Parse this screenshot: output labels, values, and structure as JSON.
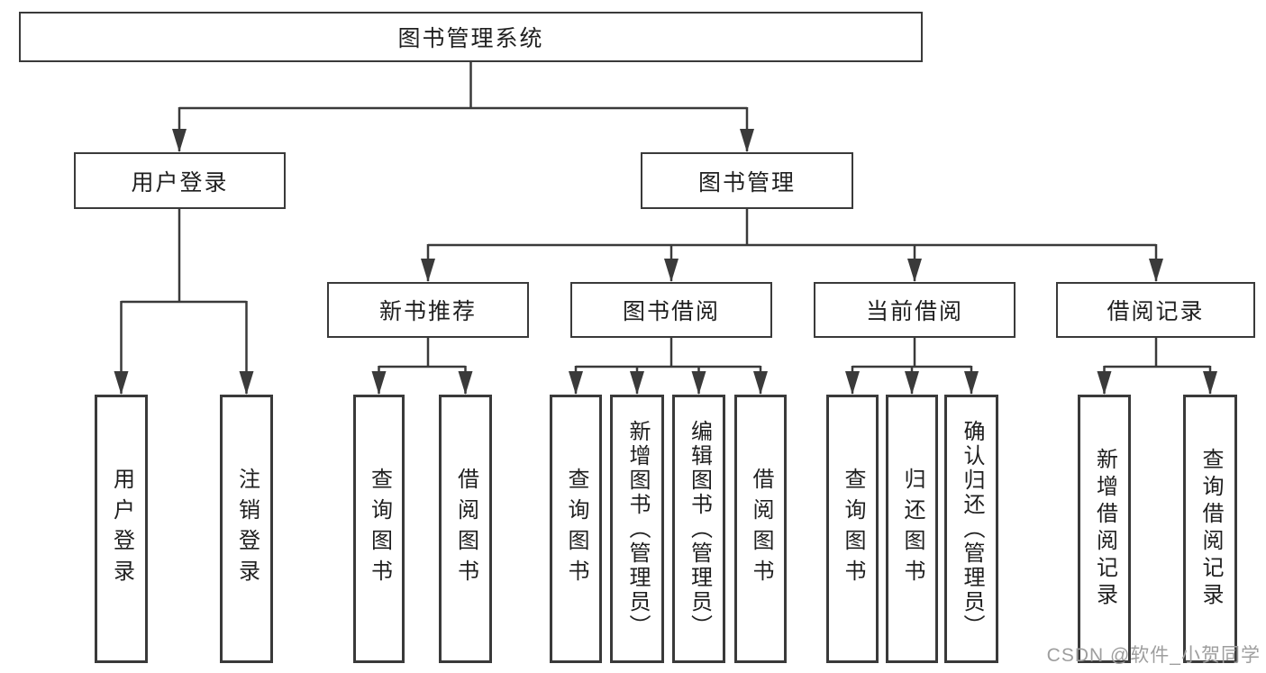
{
  "nodes": {
    "root": "图书管理系统",
    "level2": {
      "user_login": "用户登录",
      "book_mgmt": "图书管理"
    },
    "user_login_children": [
      "用户登录",
      "注销登录"
    ],
    "book_mgmt_sections": [
      "新书推荐",
      "图书借阅",
      "当前借阅",
      "借阅记录"
    ],
    "new_book_children": [
      "查询图书",
      "借阅图书"
    ],
    "book_borrow_children": [
      "查询图书",
      "新增图书（管理员）",
      "编辑图书（管理员）",
      "借阅图书"
    ],
    "current_borrow_children": [
      "查询图书",
      "归还图书",
      "确认归还（管理员）"
    ],
    "borrow_record_children": [
      "新增借阅记录",
      "查询借阅记录"
    ],
    "watermark": "CSDN @软件_小贺同学"
  },
  "colors": {
    "line": "#3a3a3a",
    "text": "#1f1f1f",
    "box_fill": "#ffffff",
    "background": "#ffffff",
    "watermark": "#9e9e9e"
  }
}
